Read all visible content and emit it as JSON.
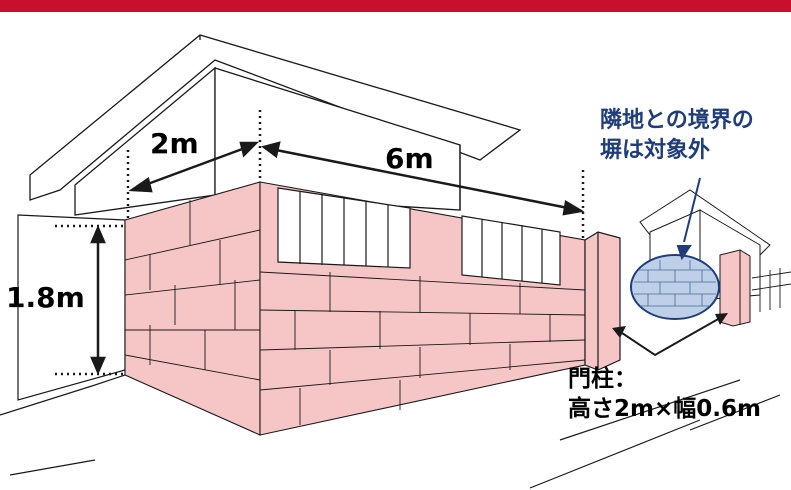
{
  "labels": {
    "wall_height": "1.8m",
    "side_length": "2m",
    "front_length": "6m",
    "note_line1": "隣地との境界の",
    "note_line2": "塀は対象外",
    "gate_line1": "門柱：",
    "gate_line2": "高さ2m×幅0.6m"
  },
  "colors": {
    "top_bar": "#c8102e",
    "block_fill": "#f6c6c6",
    "line": "#1a1a1a",
    "note_text": "#1f3d7a",
    "ellipse_fill": "#bdd0e8",
    "ellipse_stroke": "#1f3d7a"
  }
}
